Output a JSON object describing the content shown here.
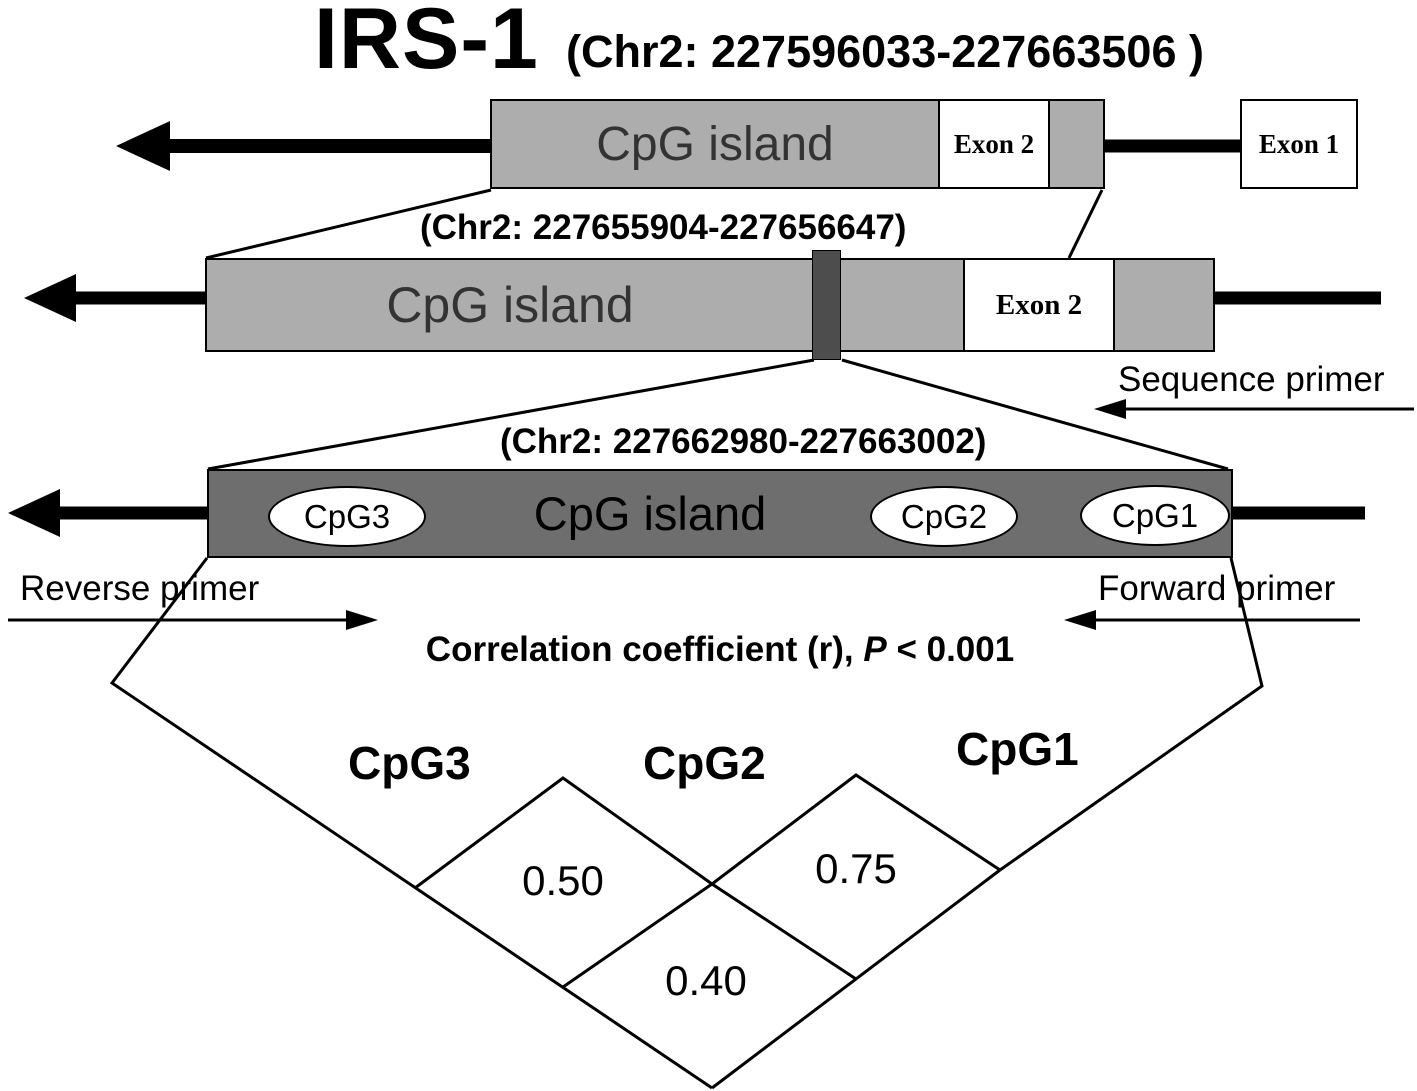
{
  "title": {
    "gene": "IRS-1",
    "coords": "(Chr2: 227596033-227663506 )"
  },
  "level1": {
    "cpg_island": "CpG island",
    "exon2": "Exon 2",
    "exon1": "Exon 1"
  },
  "level2": {
    "coords": "(Chr2: 227655904-227656647)",
    "cpg_island": "CpG island",
    "exon2": "Exon 2"
  },
  "level3": {
    "coords": "(Chr2: 227662980-227663002)",
    "cpg_island": "CpG island",
    "cpg3": "CpG3",
    "cpg2": "CpG2",
    "cpg1": "CpG1"
  },
  "primers": {
    "sequence": "Sequence primer",
    "reverse": "Reverse primer",
    "forward": "Forward primer"
  },
  "correlation_title": {
    "prefix": "Correlation coefficient (r), ",
    "p": "P",
    "suffix": " < 0.001"
  },
  "matrix": {
    "col_cpg3": "CpG3",
    "col_cpg2": "CpG2",
    "col_cpg1": "CpG1",
    "r_cpg3_cpg2": "0.50",
    "r_cpg2_cpg1": "0.75",
    "r_cpg3_cpg1": "0.40"
  },
  "colors": {
    "light_gray_bar": "#adadad",
    "dark_gray_bar": "#6e6e6e",
    "zoom_marker_box": "#4d4d4d",
    "line_black": "#000000",
    "background": "#ffffff"
  }
}
